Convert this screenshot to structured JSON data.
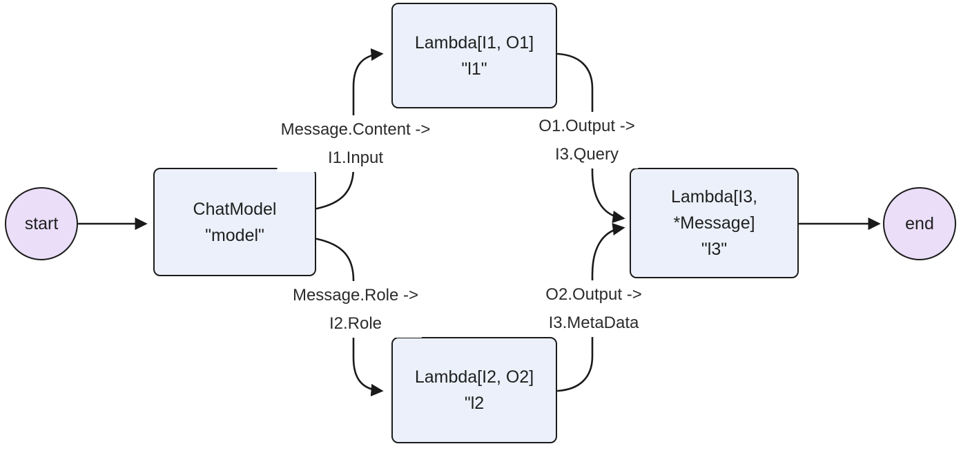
{
  "diagram": {
    "type": "flowchart",
    "direction": "left-to-right",
    "colors": {
      "background": "#ffffff",
      "node_fill": "#ebf0fa",
      "terminal_fill": "#eadef8",
      "stroke": "#1a1a1a",
      "text": "#1f1f1f"
    },
    "nodes": {
      "start": {
        "shape": "circle",
        "label": "start"
      },
      "chatmodel": {
        "shape": "rect",
        "lines": [
          "ChatModel",
          "\"model\""
        ]
      },
      "l1": {
        "shape": "rect",
        "lines": [
          "Lambda[I1, O1]",
          "\"l1\""
        ]
      },
      "l2": {
        "shape": "rect",
        "lines": [
          "Lambda[I2, O2]",
          "\"l2"
        ]
      },
      "l3": {
        "shape": "rect",
        "lines": [
          "Lambda[I3,",
          "*Message]",
          "\"l3\""
        ]
      },
      "end": {
        "shape": "circle",
        "label": "end"
      }
    },
    "edges": [
      {
        "from": "start",
        "to": "chatmodel"
      },
      {
        "from": "chatmodel",
        "to": "l1",
        "label_lines": [
          "Message.Content ->",
          "I1.Input"
        ]
      },
      {
        "from": "chatmodel",
        "to": "l2",
        "label_lines": [
          "Message.Role ->",
          "I2.Role"
        ]
      },
      {
        "from": "l1",
        "to": "l3",
        "label_lines": [
          "O1.Output ->",
          "I3.Query"
        ]
      },
      {
        "from": "l2",
        "to": "l3",
        "label_lines": [
          "O2.Output ->",
          "I3.MetaData"
        ]
      },
      {
        "from": "l3",
        "to": "end"
      }
    ]
  }
}
